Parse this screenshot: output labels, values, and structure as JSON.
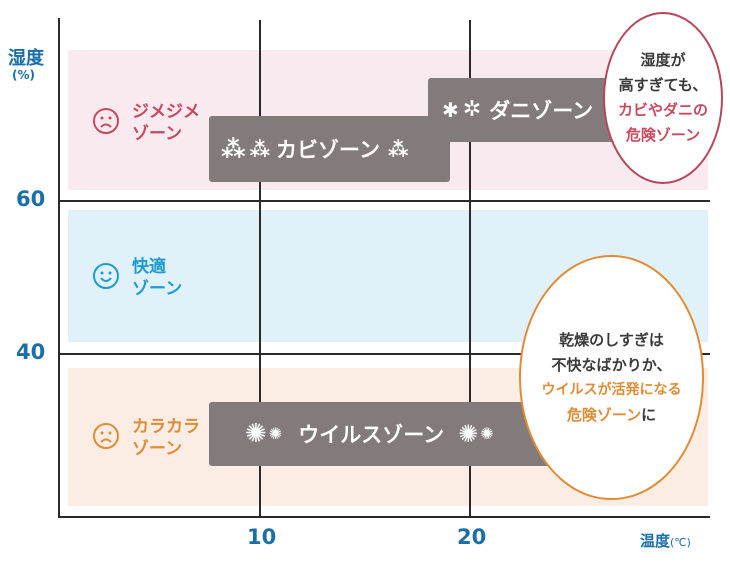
{
  "axes": {
    "y_title": "湿度",
    "y_unit": "(%)",
    "y_ticks": [
      "60",
      "40"
    ],
    "x_ticks": [
      "10",
      "20"
    ],
    "x_title": "温度",
    "x_unit": "(℃)"
  },
  "zones": {
    "jimejime": {
      "line1": "ジメジメ",
      "line2": "ゾーン",
      "color": "#c9495f",
      "face": "frown-face-icon"
    },
    "kaiteki": {
      "line1": "快適",
      "line2": "ゾーン",
      "color": "#1d9bd3",
      "face": "smile-face-icon"
    },
    "karakara": {
      "line1": "カラカラ",
      "line2": "ゾーン",
      "color": "#e08c36",
      "face": "frown-face-icon"
    }
  },
  "bars": {
    "kabi": {
      "label": "カビゾーン",
      "icon": "mold-icon"
    },
    "dani": {
      "label": "ダニゾーン",
      "icon": "mite-icon"
    },
    "virus": {
      "label": "ウイルスゾーン",
      "icon": "virus-icon"
    }
  },
  "callouts": {
    "humid": {
      "line1": "湿度が",
      "line2": "高すぎても、",
      "line3": "カビやダニの",
      "line4": "危険ゾーン",
      "border": "#b5475a",
      "highlight": "#c9495f"
    },
    "dry": {
      "line1": "乾燥のしすぎは",
      "line2": "不快なばかりか、",
      "line3": "ウイルスが活発になる",
      "line4_highlight": "危険ゾーン",
      "line4_rest": "に",
      "border": "#e08c36",
      "highlight": "#e08c36"
    }
  }
}
